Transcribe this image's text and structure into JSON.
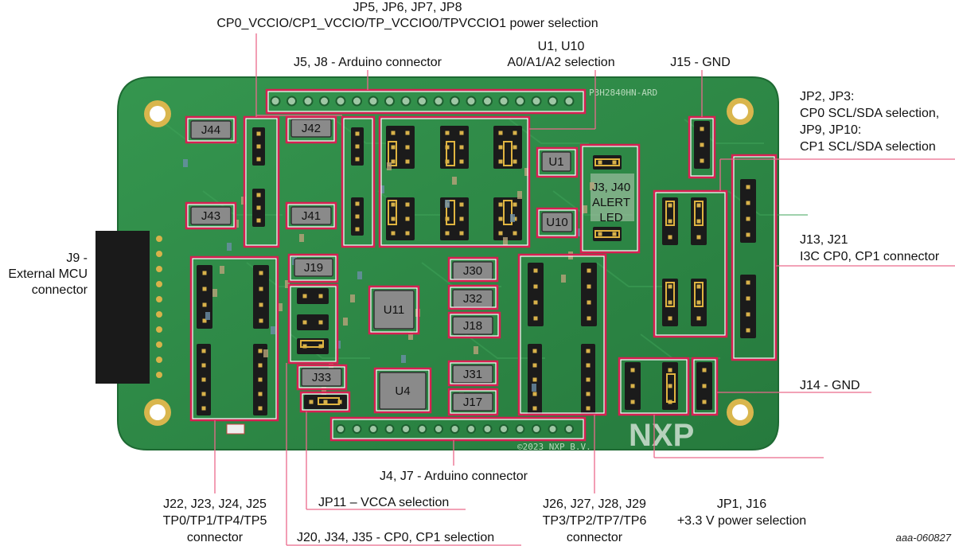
{
  "colors": {
    "board": "#2e8b47",
    "board_dark": "#1f6e36",
    "callout_frame": "#d91f52",
    "leader_line": "#ea6a8c",
    "header_body": "#1b1b1b",
    "pin_gold": "#d8b24a",
    "chip_body": "#8a8a8a"
  },
  "board": {
    "model_marking": "P3H2840HN-ARD",
    "copyright_marking": "©2023 NXP B.V.",
    "logo": "NXP",
    "chip_labels": [
      "J44",
      "J43",
      "J42",
      "J41",
      "U1",
      "U10",
      "J19",
      "J33",
      "U11",
      "J30",
      "J32",
      "J18",
      "U4",
      "J31",
      "J17"
    ],
    "led_label": [
      "J3, J40",
      "ALERT",
      "LED"
    ]
  },
  "callouts": {
    "jp5_8": [
      "JP5, JP6, JP7, JP8",
      "CP0_VCCIO/CP1_VCCIO/TP_VCCIO0/TPVCCIO1 power selection"
    ],
    "j5_j8": [
      "J5, J8 - Arduino connector"
    ],
    "u1_u10": [
      "U1, U10",
      "A0/A1/A2 selection"
    ],
    "j15": [
      "J15 - GND"
    ],
    "jp2_3": [
      "JP2, JP3:",
      "CP0 SCL/SDA selection,",
      "JP9, JP10:",
      "CP1 SCL/SDA selection"
    ],
    "j13_21": [
      "J13, J21",
      "I3C CP0, CP1 connector"
    ],
    "j14": [
      "J14 - GND"
    ],
    "j9": [
      "J9 -",
      "External MCU",
      "connector"
    ],
    "j4_j7": [
      "J4, J7 - Arduino connector"
    ],
    "j22_25": [
      "J22, J23, J24, J25",
      "TP0/TP1/TP4/TP5",
      "connector"
    ],
    "jp11": [
      "JP11 – VCCA selection"
    ],
    "j20_34_35": [
      "J20, J34, J35 - CP0, CP1 selection"
    ],
    "j26_29": [
      "J26, J27, J28, J29",
      "TP3/TP2/TP7/TP6",
      "connector"
    ],
    "jp1_j16": [
      "JP1, J16",
      "+3.3 V power selection"
    ]
  },
  "figure_id": "aaa-060827"
}
